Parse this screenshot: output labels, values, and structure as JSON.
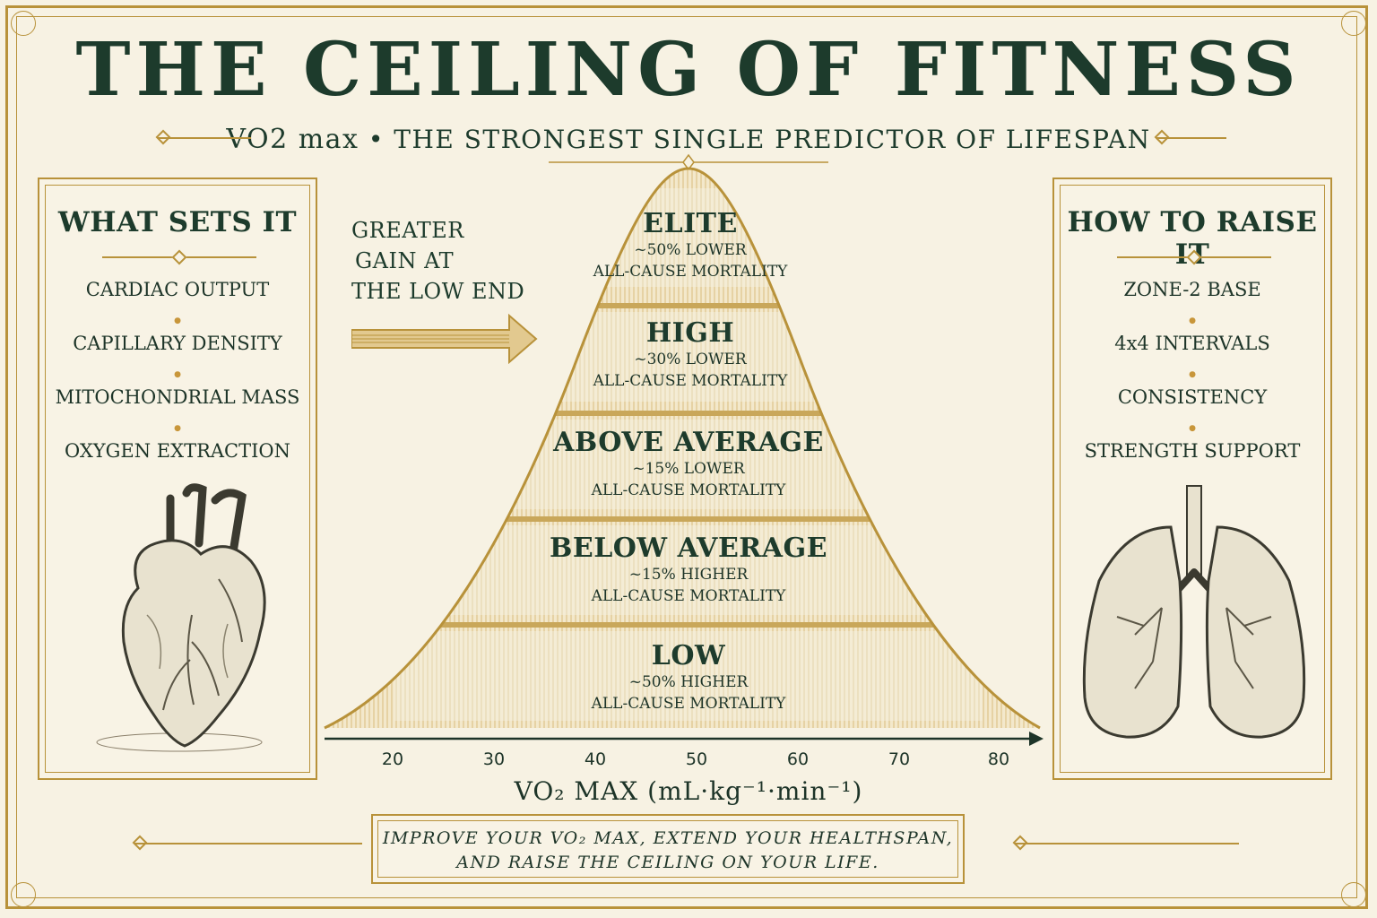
{
  "title": "THE CEILING OF FITNESS",
  "subtitle": {
    "vo2": "VO2 max",
    "separator": "•",
    "text": "THE STRONGEST SINGLE PREDICTOR OF LIFESPAN"
  },
  "left_panel": {
    "title": "WHAT SETS IT",
    "items": [
      "CARDIAC OUTPUT",
      "CAPILLARY DENSITY",
      "MITOCHONDRIAL MASS",
      "OXYGEN EXTRACTION"
    ],
    "illustration": "heart-icon"
  },
  "right_panel": {
    "title": "HOW TO RAISE IT",
    "items": [
      "ZONE-2 BASE",
      "4x4 INTERVALS",
      "CONSISTENCY",
      "STRENGTH SUPPORT"
    ],
    "illustration": "lungs-icon"
  },
  "arrow_note": [
    "GREATER",
    "GAIN AT",
    "THE LOW END"
  ],
  "tiers": [
    {
      "name": "ELITE",
      "effect": "~50% LOWER",
      "label": "ALL-CAUSE MORTALITY"
    },
    {
      "name": "HIGH",
      "effect": "~30% LOWER",
      "label": "ALL-CAUSE MORTALITY"
    },
    {
      "name": "ABOVE AVERAGE",
      "effect": "~15% LOWER",
      "label": "ALL-CAUSE MORTALITY"
    },
    {
      "name": "BELOW AVERAGE",
      "effect": "~15% HIGHER",
      "label": "ALL-CAUSE MORTALITY"
    },
    {
      "name": "LOW",
      "effect": "~50% HIGHER",
      "label": "ALL-CAUSE MORTALITY"
    }
  ],
  "axis": {
    "ticks": [
      "20",
      "30",
      "40",
      "50",
      "60",
      "70",
      "80"
    ],
    "title": "VO₂ MAX (mL·kg⁻¹·min⁻¹)"
  },
  "footer": {
    "line1": "IMPROVE YOUR VO₂ MAX, EXTEND YOUR HEALTHSPAN,",
    "line2": "AND RAISE THE CEILING ON YOUR LIFE."
  },
  "colors": {
    "gold": "#b8923a",
    "ink": "#1d3b2c",
    "paper": "#f7f2e3"
  }
}
